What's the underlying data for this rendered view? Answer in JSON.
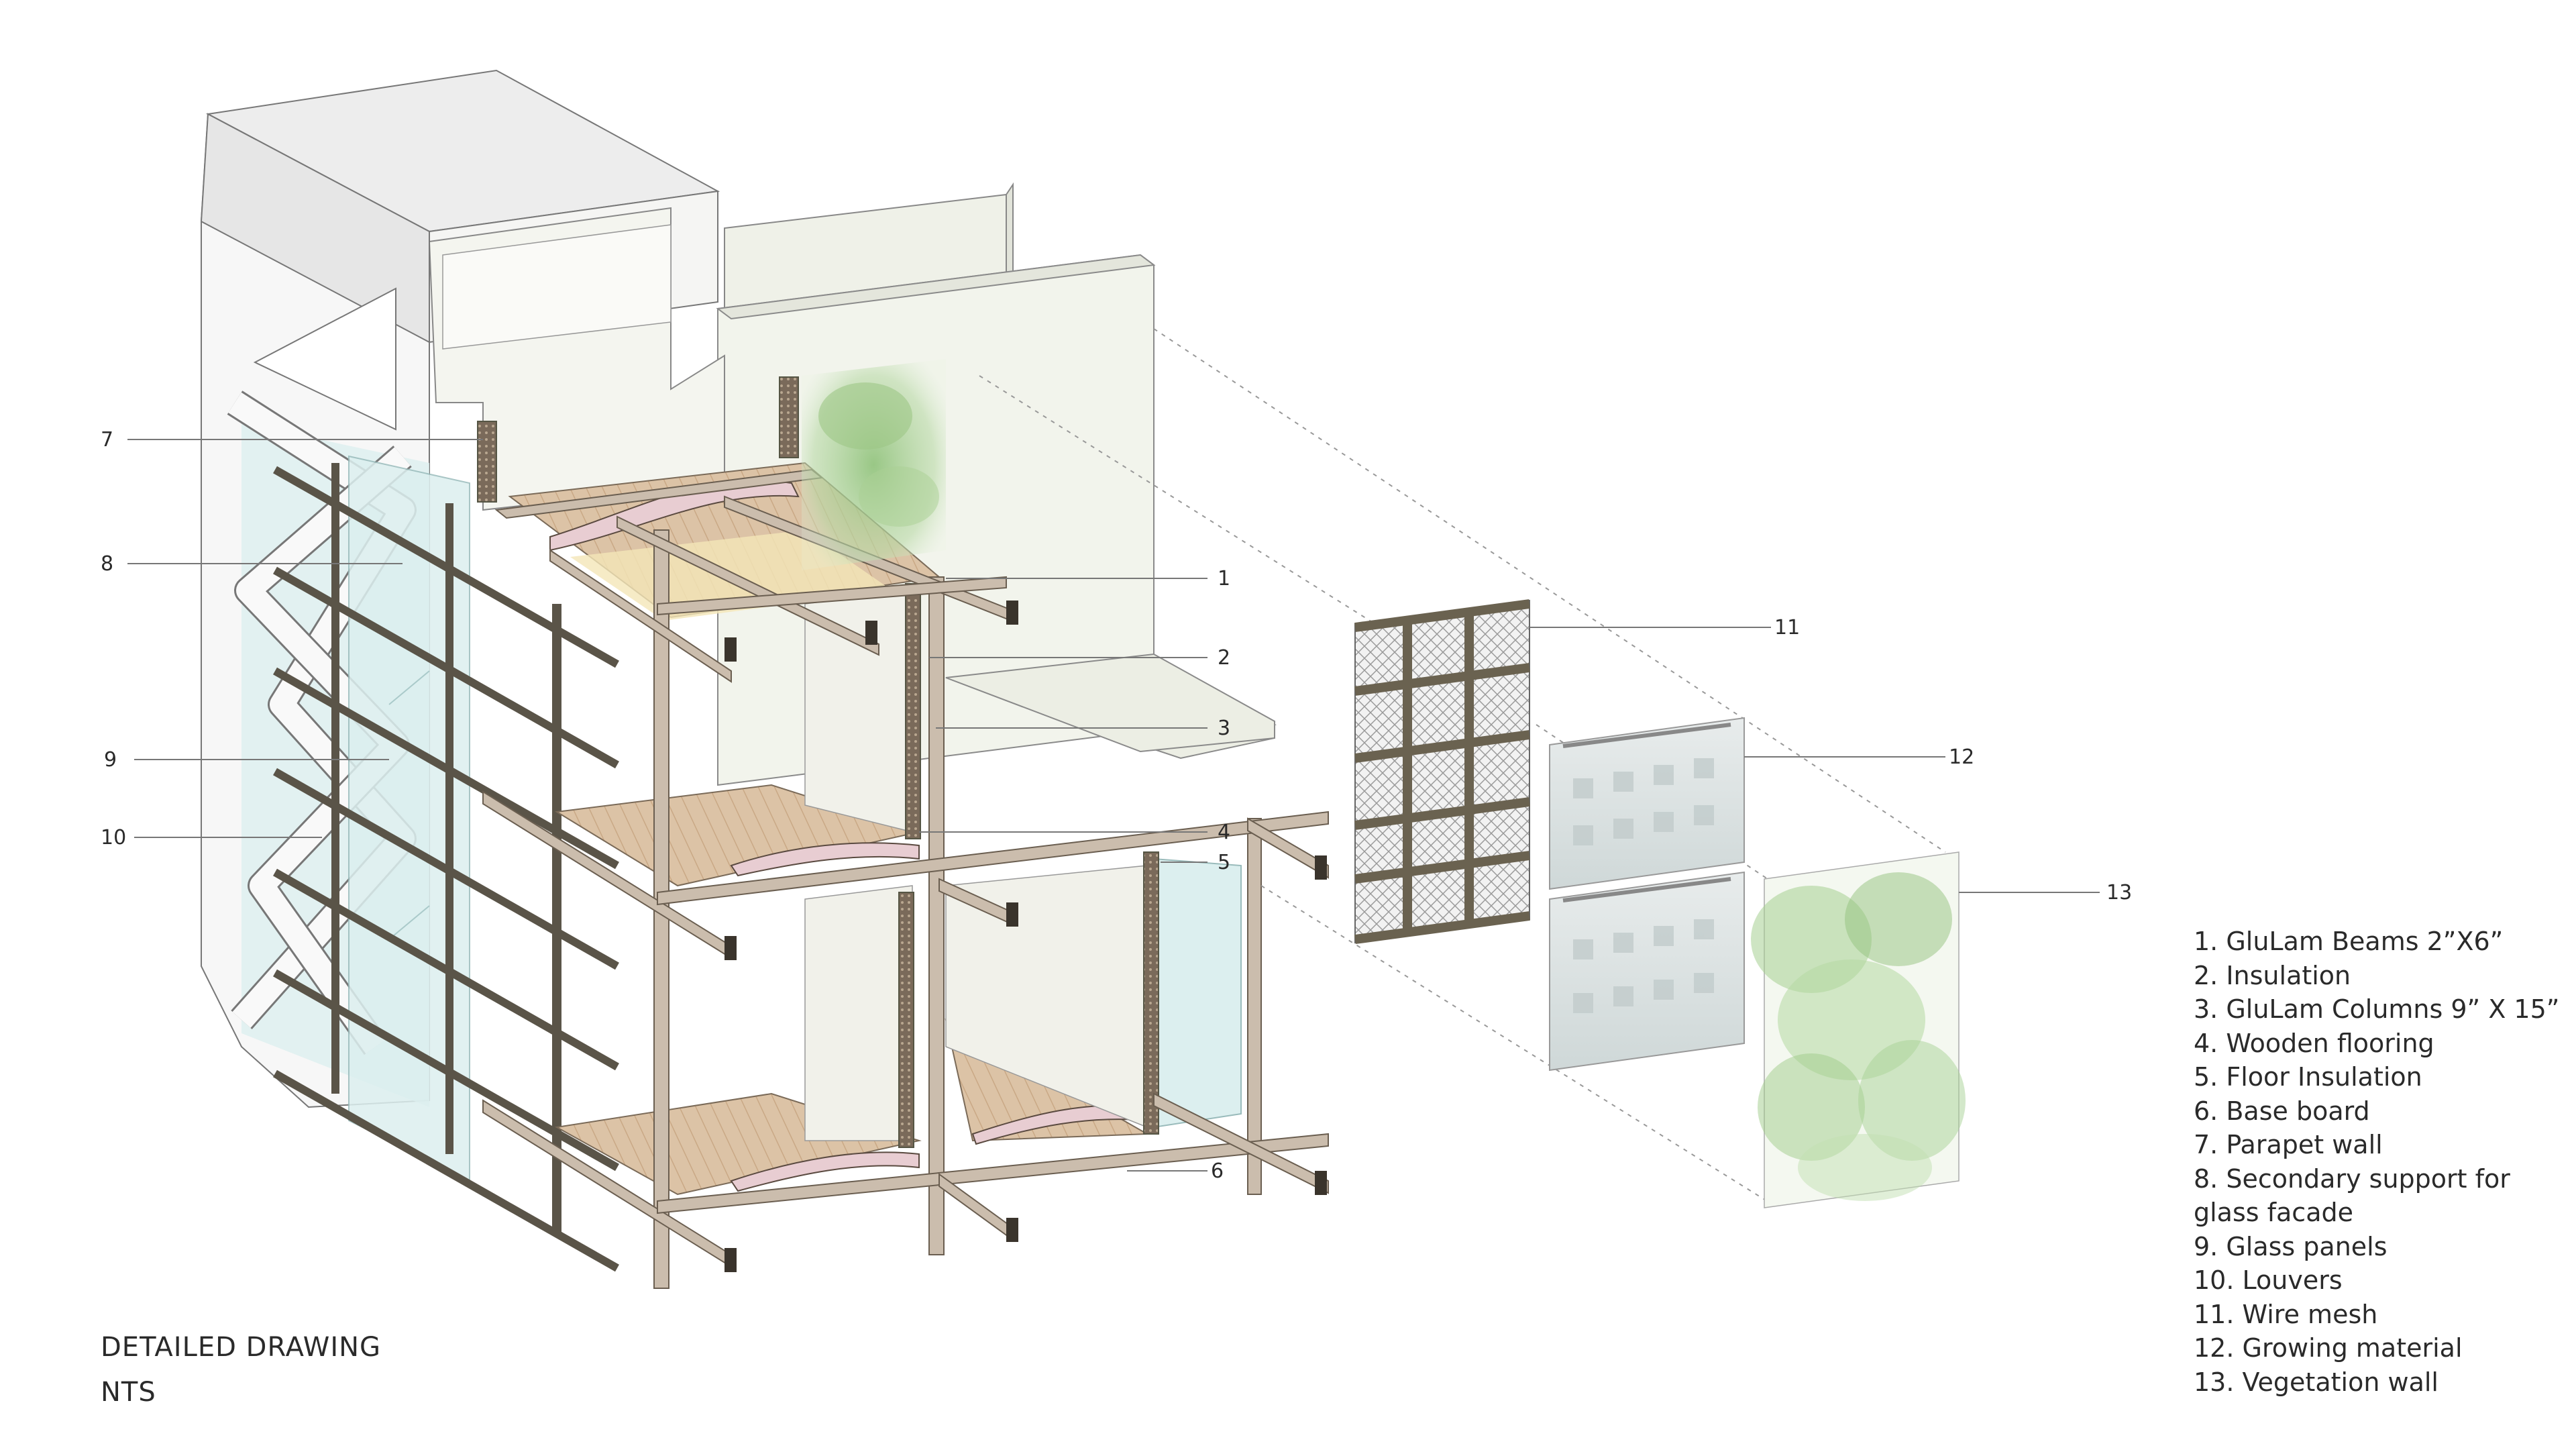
{
  "callouts": [
    "7",
    "8",
    "9",
    "10",
    "1",
    "2",
    "3",
    "4",
    "5",
    "6",
    "11",
    "12",
    "13"
  ],
  "caption": {
    "title": "DETAILED DRAWING",
    "scale": "NTS"
  },
  "legend": [
    "1. GluLam Beams 2”X6”",
    "2. Insulation",
    "3. GluLam Columns 9” X 15”",
    "4. Wooden flooring",
    "5. Floor Insulation",
    "6. Base board",
    "7. Parapet wall",
    "8. Secondary support for glass facade",
    "9.  Glass panels",
    "10. Louvers",
    "11. Wire mesh",
    "12. Growing material",
    "13. Vegetation wall"
  ],
  "colors": {
    "timber": "#c9bcae",
    "timber_dark": "#4a4438",
    "floor": "#d6b99a",
    "glass": "#dcefef",
    "wall": "#f0f2ea",
    "vegetation": "#a8cf96"
  }
}
